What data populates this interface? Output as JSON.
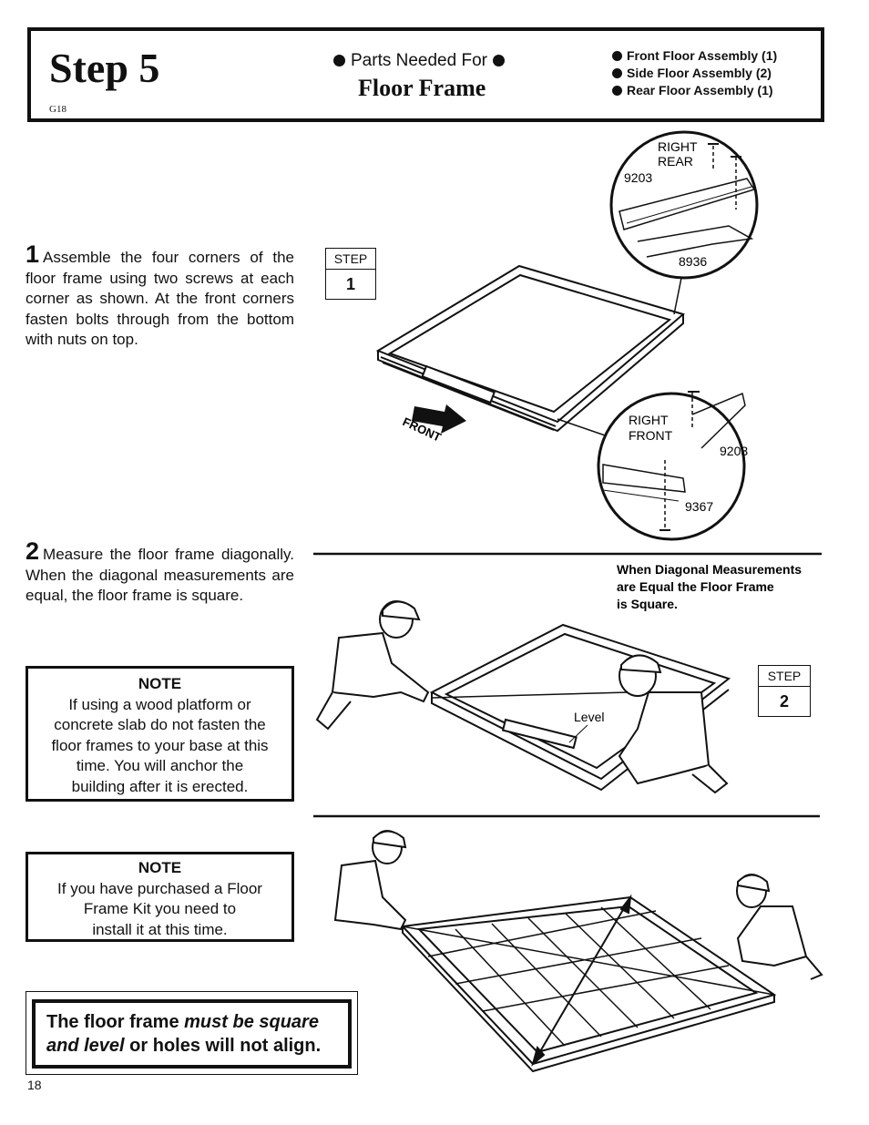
{
  "header": {
    "step_title": "Step 5",
    "code": "G18",
    "parts_needed": "Parts Needed For",
    "assembly_name": "Floor Frame",
    "parts": [
      "Front Floor Assembly (1)",
      "Side Floor Assembly (2)",
      "Rear Floor Assembly (1)"
    ]
  },
  "step1": {
    "number": "1",
    "text": "Assemble the four corners of the floor frame using two screws at each corner as shown. At the front corners fasten bolts through from the bottom with nuts on top.",
    "box_label": "STEP",
    "box_number": "1",
    "detail_rear": {
      "line1": "RIGHT",
      "line2": "REAR",
      "part_a": "9203",
      "part_b": "8936"
    },
    "detail_front": {
      "line1": "RIGHT",
      "line2": "FRONT",
      "part_a": "9203",
      "part_b": "9367"
    },
    "front_arrow": "FRONT"
  },
  "step2": {
    "number": "2",
    "text": "Measure the floor frame diagonally. When the diagonal measurements are equal, the floor frame is square.",
    "caption_lines": [
      "When Diagonal Measurements",
      "are Equal the Floor Frame",
      "is Square."
    ],
    "box_label": "STEP",
    "box_number": "2",
    "level_label": "Level"
  },
  "note1": {
    "title": "NOTE",
    "lines": [
      "If using a wood platform or",
      "concrete slab do not fasten the",
      "floor frames to your base at this",
      "time. You will anchor the",
      "building after it is erected."
    ]
  },
  "note2": {
    "title": "NOTE",
    "lines": [
      "If you have purchased a Floor",
      "Frame Kit you need to",
      "install it at this time."
    ]
  },
  "warning": {
    "part1": "The floor frame ",
    "part2": "must be square",
    "part3": "and level",
    "part4": " or holes will not align."
  },
  "page_number": "18"
}
